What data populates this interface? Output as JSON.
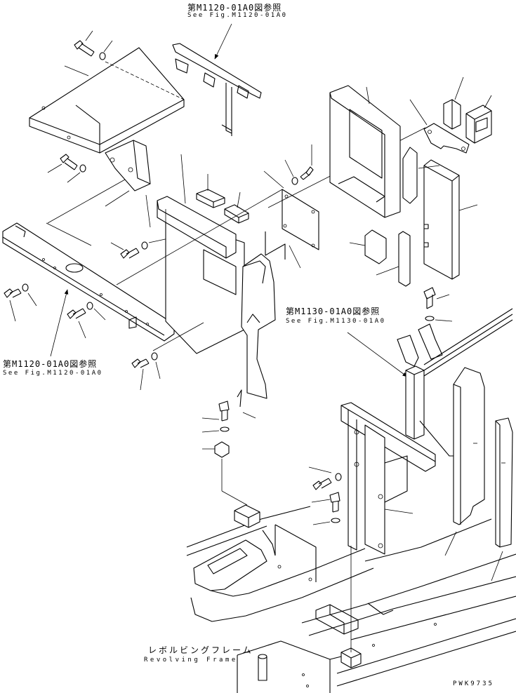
{
  "references": [
    {
      "id": "ref-top",
      "jp": "第M1120-01A0図参照",
      "en": "See Fig.M1120-01A0"
    },
    {
      "id": "ref-left",
      "jp": "第M1120-01A0図参照",
      "en": "See Fig.M1120-01A0"
    },
    {
      "id": "ref-right",
      "jp": "第M1130-01A0図参照",
      "en": "See Fig.M1130-01A0"
    }
  ],
  "frame_label": {
    "jp": "レボルビングフレーム",
    "en": "Revolving Frame"
  },
  "drawing_code": "PWK9735"
}
